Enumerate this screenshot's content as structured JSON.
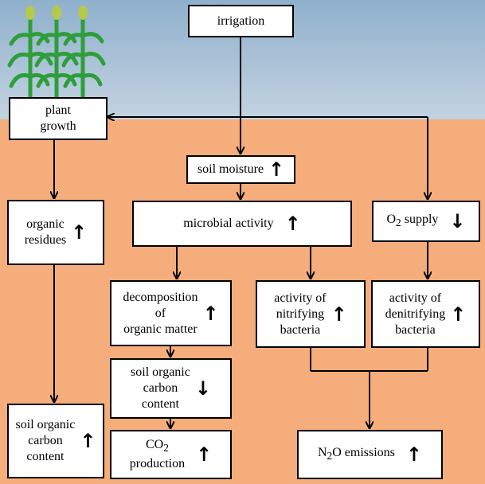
{
  "boxes": {
    "irrigation": {
      "label": "irrigation"
    },
    "plant_growth": {
      "label": "plant\ngrowth"
    },
    "soil_moisture": {
      "label": "soil moisture",
      "trend": "↑"
    },
    "organic_residues": {
      "label": "organic\nresidues",
      "trend": "↑"
    },
    "microbial_activity": {
      "label": "microbial  activity",
      "trend": "↑"
    },
    "o2_supply": {
      "label_main": "O",
      "label_sub": "2",
      "label_rest": " supply",
      "trend": "↓"
    },
    "decomposition": {
      "label": "decomposition\nof\norganic matter",
      "trend": "↑"
    },
    "nitrifying": {
      "label": "activity of\nnitrifying\nbacteria",
      "trend": "↑"
    },
    "denitrifying": {
      "label": "activity of\ndenitrifying\nbacteria",
      "trend": "↑"
    },
    "soil_carbon_mid": {
      "label": "soil organic\ncarbon\ncontent",
      "trend": "↓"
    },
    "soil_carbon_left": {
      "label": "soil organic\ncarbon\ncontent",
      "trend": "↑"
    },
    "co2": {
      "label_main": "CO",
      "label_sub": "2",
      "label_rest": "production",
      "trend": "↑"
    },
    "n2o": {
      "label_main": "N",
      "label_sub": "2",
      "label_rest": "O emissions",
      "trend": "↑"
    }
  },
  "colors": {
    "sky": "#8fb0cc",
    "soil": "#f5ad7c",
    "plant": "#2e9e3a"
  },
  "icons": {
    "plant": "corn-plant-icon"
  }
}
